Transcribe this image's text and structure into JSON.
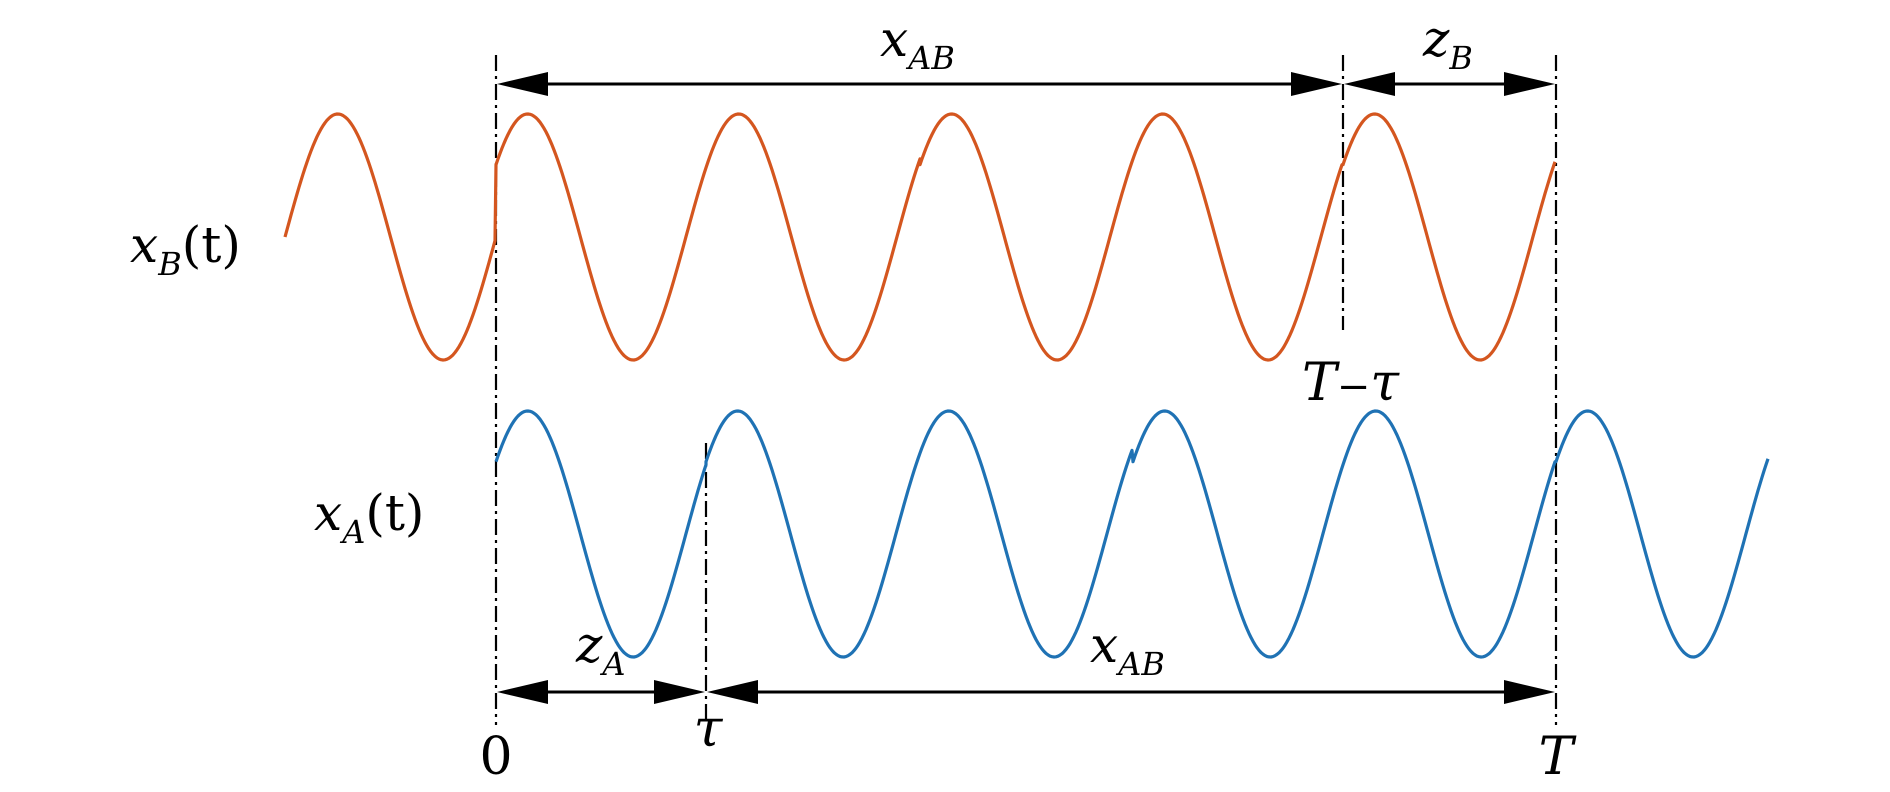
{
  "colors": {
    "wave_b": "#D4561F",
    "wave_a": "#1F72B4",
    "ink": "#000000"
  },
  "signals": {
    "b": {
      "name": "x",
      "sub": "B",
      "arg": "(t)"
    },
    "a": {
      "name": "x",
      "sub": "A",
      "arg": "(t)"
    }
  },
  "intervals": {
    "top_left": {
      "name": "x",
      "sub": "AB"
    },
    "top_right": {
      "name": "z",
      "sub": "B"
    },
    "bottom_left": {
      "name": "z",
      "sub": "A"
    },
    "bottom_right": {
      "name": "x",
      "sub": "AB"
    }
  },
  "ticks": {
    "zero": "0",
    "tau": "τ",
    "T": "T",
    "T_minus": "T",
    "minus": "−",
    "T_minus_tau": "τ"
  }
}
